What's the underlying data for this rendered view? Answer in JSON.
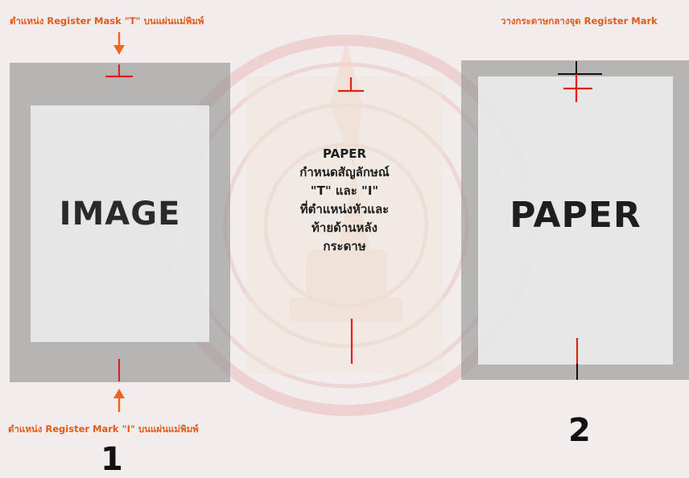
{
  "captions": {
    "top_left": "ตำแหน่ง Register Mask \"T\" บนแผ่นแม่พิมพ์",
    "top_right": "วางกระดาษกลางจุด Register Mark",
    "bottom_left": "ตำแหน่ง Register Mark \"I\" บนแผ่นแม่พิมพ์"
  },
  "panel1": {
    "label": "IMAGE",
    "number": "1"
  },
  "middle": {
    "lines": [
      "PAPER",
      "กำหนดสัญลักษณ์",
      "\"T\" และ \"I\"",
      "ที่ตำแหน่งหัวและ",
      "ท้ายด้านหลัง",
      "กระดาษ"
    ]
  },
  "panel2": {
    "label": "PAPER",
    "number": "2"
  },
  "colors": {
    "caption": "#e05a1a",
    "mark": "#e0201a",
    "plate": "#969696",
    "arrow": "#f0641e"
  }
}
